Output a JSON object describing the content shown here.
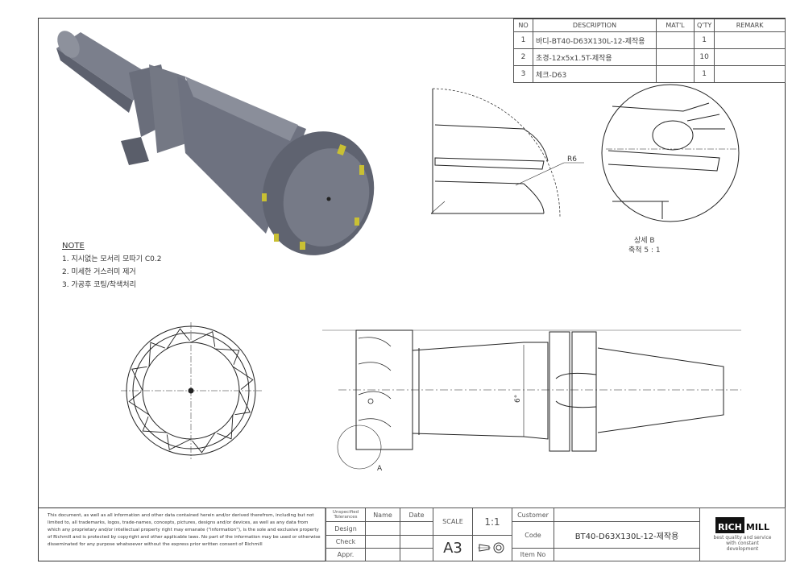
{
  "bom": {
    "headers": [
      "NO",
      "DESCRIPTION",
      "MAT'L",
      "Q'TY",
      "REMARK"
    ],
    "rows": [
      {
        "no": "1",
        "description": "바디-BT40-D63X130L-12-제작용",
        "matl": "",
        "qty": "1",
        "remark": ""
      },
      {
        "no": "2",
        "description": "초경-12x5x1.5T-제작용",
        "matl": "",
        "qty": "10",
        "remark": ""
      },
      {
        "no": "3",
        "description": "체크-D63",
        "matl": "",
        "qty": "1",
        "remark": ""
      }
    ]
  },
  "notes": {
    "title": "NOTE",
    "items": [
      "1. 지시없는 모서리 모따기 C0.2",
      "2. 미세한 거스러미 제거",
      "3. 가공후 코팅/착색처리"
    ]
  },
  "annotations": {
    "radius": "R6",
    "angle": "6°",
    "section_a": "A"
  },
  "detail": {
    "label": "상세 B",
    "scale": "축척 5 : 1"
  },
  "title_block": {
    "disclaimer": "This document, as well as all information and other data contained herein and/or derived therefrom, including but not limited to, all trademarks, logos, trade-names, concepts, pictures, designs and/or devices, as well as any data from which any proprietary and/or intellectual property right may emanate (\"information\"), is the sole and exclusive property of Richmill and is protected by copyright and other applicable laws. No part of the information may be used or otherwise disseminated for any purpose whatsoever without the express prior written consent of Richmill",
    "tolerances": "Unspecified Tolerances",
    "name": "Name",
    "date": "Date",
    "design": "Design",
    "check": "Check",
    "appr": "Appr.",
    "scale_label": "SCALE",
    "scale": "1:1",
    "sheet": "A3",
    "customer_label": "Customer",
    "customer": "",
    "code_label": "Code",
    "code": "BT40-D63X130L-12-제작용",
    "item_label": "Item No",
    "item": "",
    "logo": {
      "left": "RICH",
      "right": "MILL",
      "tagline": "best quality and service with constant development"
    }
  }
}
